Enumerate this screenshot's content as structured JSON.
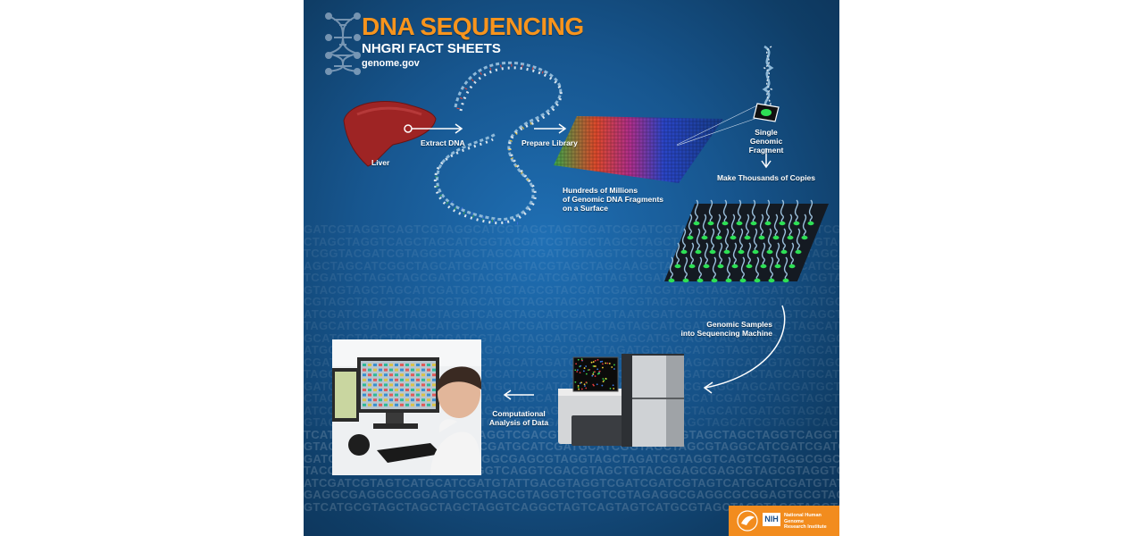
{
  "header": {
    "title": "DNA SEQUENCING",
    "subtitle": "NHGRI FACT SHEETS",
    "site": "genome.gov"
  },
  "labels": {
    "liver": "Liver",
    "extract_dna": "Extract DNA",
    "prepare_library": "Prepare Library",
    "fragments_surface": [
      "Hundreds of Millions",
      "of Genomic DNA Fragments",
      "on a Surface"
    ],
    "single_fragment": [
      "Single",
      "Genomic Fragment"
    ],
    "make_copies": "Make Thousands of Copies",
    "samples_machine": [
      "Genomic Samples",
      "into Sequencing Machine"
    ],
    "computational": [
      "Computational",
      "Analysis of Data"
    ]
  },
  "footer": {
    "nih_badge": "NIH",
    "institute": [
      "National Human Genome",
      "Research Institute"
    ]
  },
  "background_sequence": [
    "GATCGTAGGTCAGTCGTAGGCATCGTAGCTAGTCGATCG",
    "CTAGCTAGGTCAGCTAGCATCGGTACGATCGTAGCTAGC",
    "TCGGTACGATCGTAGGCTAGCTAGCATCGATCGTAGGTC",
    "AGCTAGCATCGGCTAGCATGCATCGGTACGTAGCTAGCA",
    "TCGATGCTAGCTAGCGATCGTACGTAGCATCGATCGTAG",
    "GTACGTAGCTAGCATCGATGCTAGCTAGCGTACGATCGA",
    "CGTAGCTAGCTAGCATCGTAGCATGCTAGCTAGCATCGT",
    "ATCGATCGTAGCTAGCTAGGTCAGCTAGCATCGATCGTA",
    "TAGCATCGATCGTAGCATGCTAGCATCGATGCTAGCTAG",
    "GCATGCTAGCTAGCATCGATCGTAGCTAGCATGCATCGA",
    "ATGCTAGCATCGTAGCTAGCTAGCATCGATGCATCGTAG",
    "CGATCGTAGCATGCATCGTAGCTAGCATCGATCGATGCT",
    "TAGCATCGATCGTAGCTAGCATGCATCGATCGTAGCTAG",
    "GATCGATCGTAGCTAGCATCGATGCTAGCATCGTAGCTA",
    "CTAGCATGCATCGATCGTAGCTAGCTAGCATCGATGCAT",
    "ATCGTAGCTAGCATCGATCGTAGCATGCTAGCATCGATC",
    "GTAGCTAGCTAGCATCGTAGGTCAGCATCGATCGTAGCA",
    "TCATGCGTAGCTAGCTAGGTCAGGTCGACGTAGCTAGCT",
    "GTAGCTAGCGTAGGCATCGATCGATGCATCGATGCATCG",
    "GATCGTAGGTCAGTCGTAGGCGGCGAGCGTAGGTAGCTA",
    "TACGGAGCGAGCGTAGCGTAGGTCAGGTCGACGTAGCTG",
    "ATCGATCGTAGTCATGCATCGATGTATTGACGTAGGTCG",
    "GAGGCGAGGCGCGGAGTGCGTAGCGTAGGTCTGGTCGTA",
    "GTCATGCGTAGCTAGCTAGCTAGGTCAGGCTAGTCAGTA"
  ],
  "colors": {
    "title": "#f7941d",
    "footer": "#f28c1e",
    "background": "#17568f"
  }
}
